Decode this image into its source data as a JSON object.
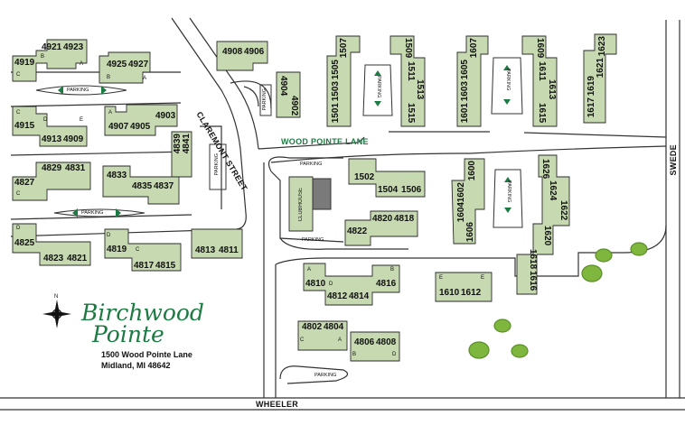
{
  "streets": {
    "claremont": "CLAREMONT STREET",
    "wood_pointe_lane": "WOOD POINTE LANE",
    "swede": "SWEDE",
    "wheeler": "WHEELER"
  },
  "buildings": {
    "b4919": "4919",
    "b4921": "4921",
    "b4923": "4923",
    "b4925": "4925",
    "b4927": "4927",
    "b4908": "4908",
    "b4906": "4906",
    "b4904": "4904",
    "b4902": "4902",
    "b4915": "4915",
    "b4913": "4913",
    "b4909": "4909",
    "b4907": "4907",
    "b4905": "4905",
    "b4903": "4903",
    "b4839": "4839",
    "b4841": "4841",
    "b4827": "4827",
    "b4829": "4829",
    "b4831": "4831",
    "b4833": "4833",
    "b4835": "4835",
    "b4837": "4837",
    "b4825": "4825",
    "b4823": "4823",
    "b4821": "4821",
    "b4819": "4819",
    "b4817": "4817",
    "b4815": "4815",
    "b4813": "4813",
    "b4811": "4811",
    "b1507": "1507",
    "b1505": "1505",
    "b1503": "1503",
    "b1501": "1501",
    "b1509": "1509",
    "b1511": "1511",
    "b1513": "1513",
    "b1515": "1515",
    "b1607": "1607",
    "b1605": "1605",
    "b1603": "1603",
    "b1601": "1601",
    "b1609": "1609",
    "b1611": "1611",
    "b1613": "1613",
    "b1615": "1615",
    "b1623": "1623",
    "b1621": "1621",
    "b1619": "1619",
    "b1617": "1617",
    "b1502": "1502",
    "b1504": "1504",
    "b1506": "1506",
    "b1600": "1600",
    "b1602": "1602",
    "b1604": "1604",
    "b1606": "1606",
    "b1626": "1626",
    "b1624": "1624",
    "b1622": "1622",
    "b1620": "1620",
    "b1618": "1618",
    "b1616": "1616",
    "b4820": "4820",
    "b4818": "4818",
    "b4822": "4822",
    "b4810": "4810",
    "b4812": "4812",
    "b4814": "4814",
    "b4816": "4816",
    "b1610": "1610",
    "b1612": "1612",
    "b4802": "4802",
    "b4804": "4804",
    "b4806": "4806",
    "b4808": "4808"
  },
  "labels": {
    "parking": "PARKING",
    "clubhouse": "CLUBHOUSE"
  },
  "unit_letters": {
    "a": "A",
    "b": "B",
    "c": "C",
    "d": "D",
    "e": "E"
  },
  "logo": {
    "line1": "Birchwood",
    "line2": "Pointe"
  },
  "address": {
    "street": "1500 Wood Pointe Lane",
    "city": "Midland, MI  48642"
  },
  "compass": {
    "north": "N"
  },
  "colors": {
    "building_fill": "#c6d9b0",
    "clubhouse_fill": "#7a7a7a",
    "brand_green": "#1d7a43",
    "tree_green": "#7fb63e"
  }
}
